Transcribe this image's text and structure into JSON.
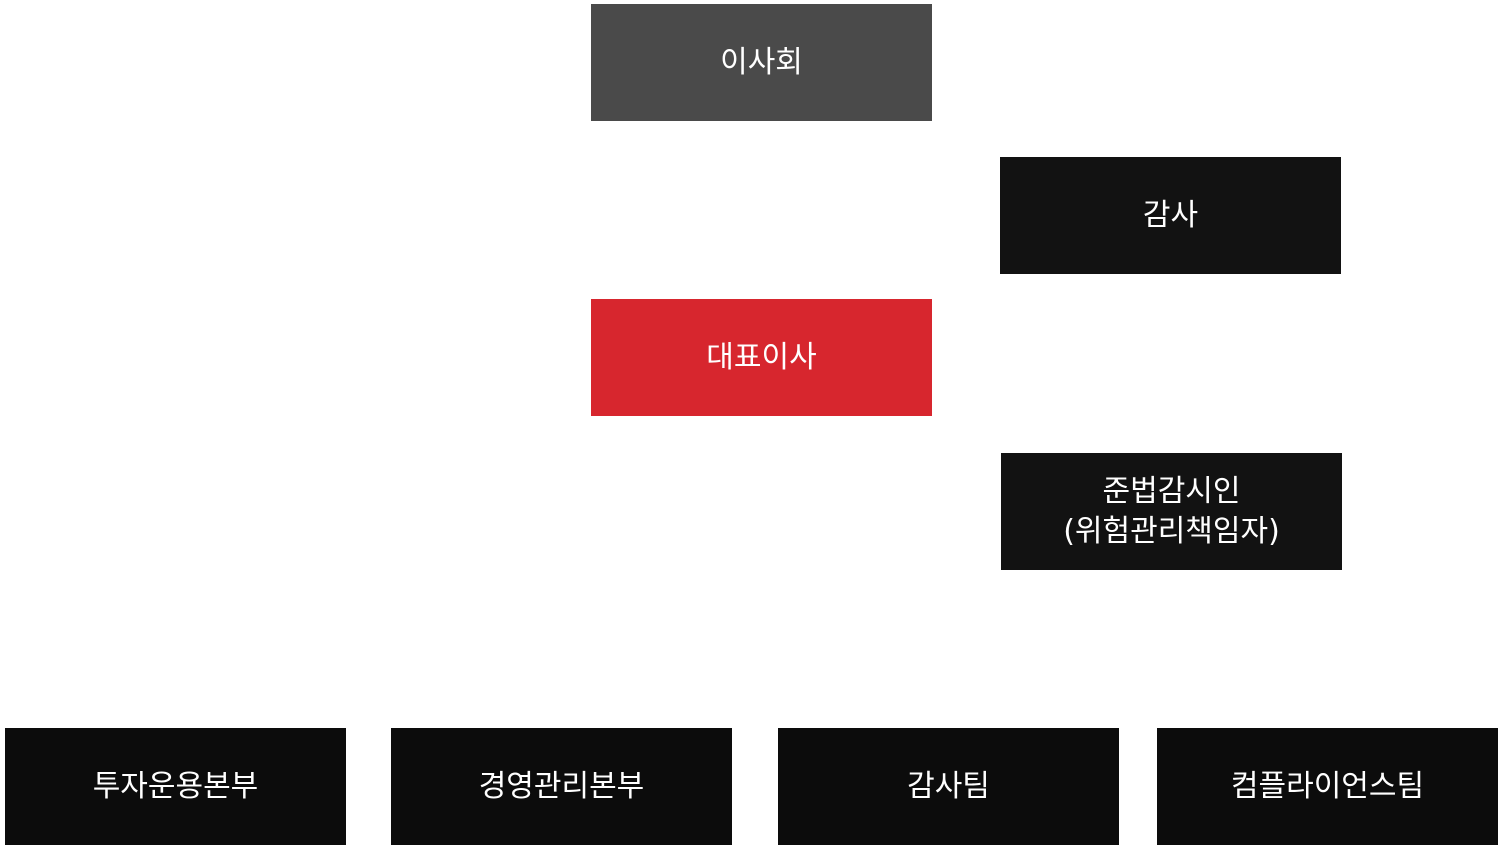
{
  "org": {
    "board": {
      "label": "이사회",
      "color": "#4a4a4a"
    },
    "auditor": {
      "label": "감사",
      "color": "#121212"
    },
    "ceo": {
      "label": "대표이사",
      "color": "#d7262e"
    },
    "compliance": {
      "line1": "준법감시인",
      "line2": "(위험관리책임자)",
      "color": "#121212"
    },
    "departments": [
      {
        "label": "투자운용본부"
      },
      {
        "label": "경영관리본부"
      },
      {
        "label": "감사팀"
      },
      {
        "label": "컴플라이언스팀"
      }
    ]
  }
}
